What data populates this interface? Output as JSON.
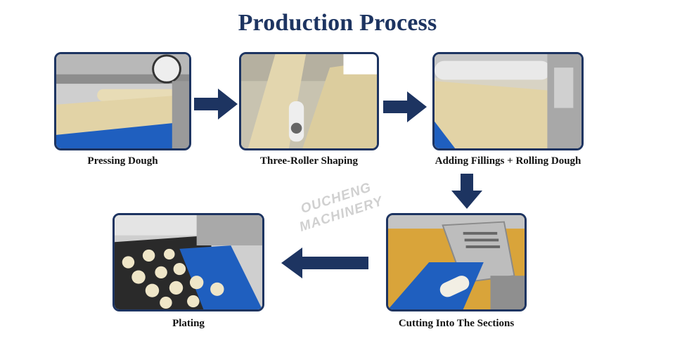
{
  "title": "Production Process",
  "watermark": {
    "line1": "OUCHENG",
    "line2": "MACHINERY"
  },
  "steps": [
    {
      "label": "Pressing Dough"
    },
    {
      "label": "Three-Roller Shaping"
    },
    {
      "label": "Adding Fillings + Rolling Dough"
    },
    {
      "label": "Cutting Into The Sections"
    },
    {
      "label": "Plating"
    }
  ],
  "colors": {
    "primary": "#1d3461",
    "conveyor": "#1f5fbf",
    "dough": "#e2d3a6"
  }
}
